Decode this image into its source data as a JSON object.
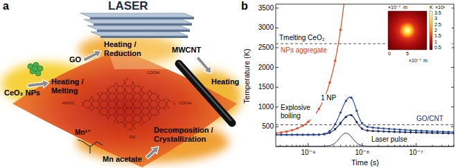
{
  "diagram": {
    "nodes": [
      {
        "text": [
          "LASER"
        ]
      }
    ],
    "labels": [
      "a",
      "GO",
      "Heating / Reduction",
      "MWCNT",
      "Heating",
      "CeO₂ NPs",
      "Heating / Melting",
      "Mn²⁺",
      "Decomposition / Crystallization",
      "Mn acetate",
      "COOH",
      "COOH",
      "HOOC",
      "OH",
      "b",
      "3500",
      "3000",
      "2500",
      "2000",
      "1500",
      "1000",
      "500",
      "Temperature (K)",
      "10⁻⁹",
      "10⁻⁸",
      "10⁻⁷",
      "Time (s)",
      "Tmelting CeO₂",
      "NPs aggregate",
      "1 NP",
      "Explosive boiling",
      "GO/CNT",
      "Laser pulse",
      "×10⁻⁷",
      "m",
      "K",
      "×10³",
      "3.5",
      "3",
      "2.5",
      "2",
      "1.5",
      "1",
      "0.5",
      "0",
      "5",
      "×10⁻⁷",
      "m"
    ]
  }
}
